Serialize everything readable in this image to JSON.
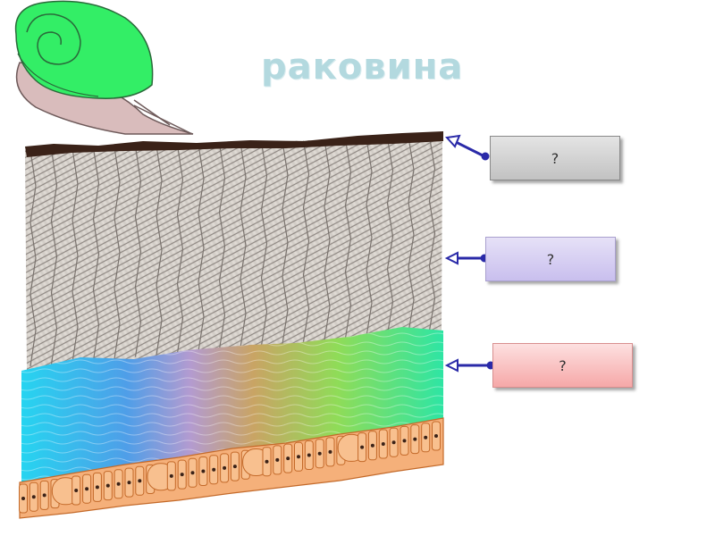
{
  "slide": {
    "title": "раковина",
    "labels": [
      {
        "id": "outer-layer",
        "text": "?"
      },
      {
        "id": "middle-layer",
        "text": "?"
      },
      {
        "id": "inner-layer",
        "text": "?"
      }
    ]
  },
  "colors": {
    "title": "#b3d9df",
    "snail_shell": "#33ee66",
    "snail_body": "#d9bcbc",
    "periostracum": "#3a2218",
    "prismatic_layer": "#d8d2cc",
    "cells": "#f5b07a",
    "arrow": "#2a2aa8",
    "box_gray": "#c2c2c2",
    "box_lavender": "#c9bfee",
    "box_pink": "#f6a8a8"
  },
  "icons": [
    "snail-icon",
    "pointer-arrow-icon"
  ]
}
